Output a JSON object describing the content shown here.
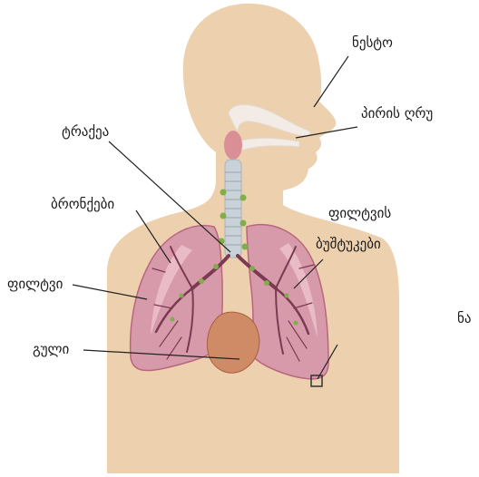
{
  "labels": {
    "nose": "ნესტო",
    "mouth": "პირის ღრუ",
    "trachea": "ტრაქეა",
    "bronchi": "ბრონქები",
    "alveoli_line1": "ფილტვის",
    "alveoli_line2": "ბუშტუკები",
    "lung": "ფილტვი",
    "heart": "გული",
    "fragment": "ნა"
  },
  "colors": {
    "skin": "#edd0ad",
    "lung": "#d79aab",
    "lung_dark": "#b9667f",
    "lung_light": "#ecc3cd",
    "bronchi": "#7b3a52",
    "green_nodes": "#7fae4a",
    "trachea": "#c8d2d8",
    "heart": "#cf8b66",
    "leader_line": "#222222"
  }
}
